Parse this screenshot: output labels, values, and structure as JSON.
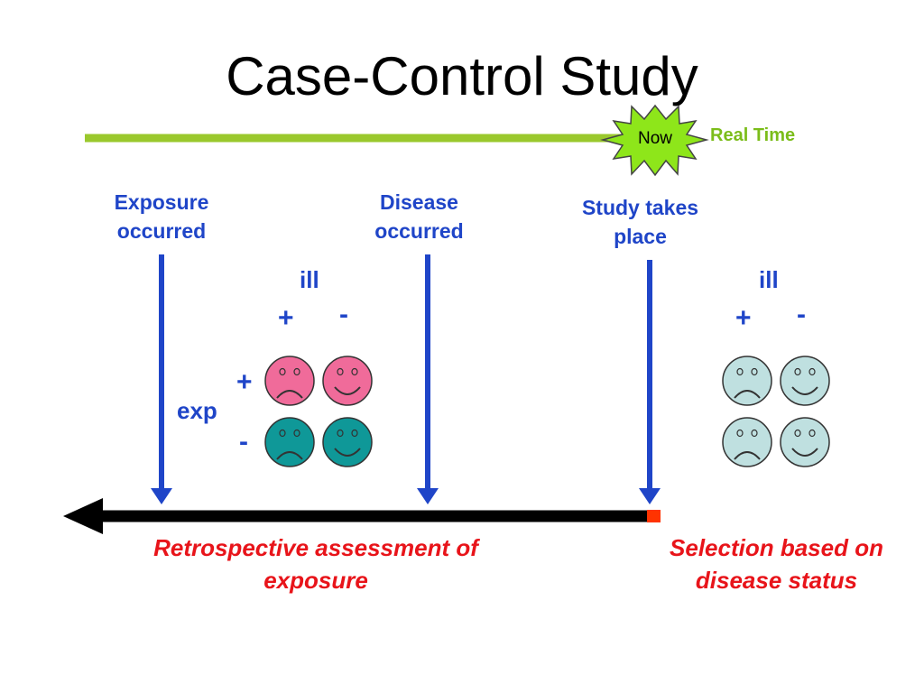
{
  "title": "Case-Control Study",
  "timeline": {
    "now_label": "Now",
    "real_time_label": "Real Time"
  },
  "events": {
    "exposure": "Exposure occurred",
    "disease": "Disease occurred",
    "study": "Study takes place"
  },
  "table_left": {
    "col_header": "ill",
    "col_plus": "+",
    "col_minus": "-",
    "row_header": "exp",
    "row_plus": "+",
    "row_minus": "-"
  },
  "table_right": {
    "col_header": "ill",
    "col_plus": "+",
    "col_minus": "-"
  },
  "notes": {
    "retrospective": "Retrospective assessment of exposure",
    "selection": "Selection based on disease status"
  },
  "colors": {
    "blue": "#1f45c8",
    "red": "#e8141a",
    "green": "#7bbd1a",
    "pink": "#f06b9a",
    "teal": "#0f9898",
    "light_blue": "#bfe0e0"
  }
}
